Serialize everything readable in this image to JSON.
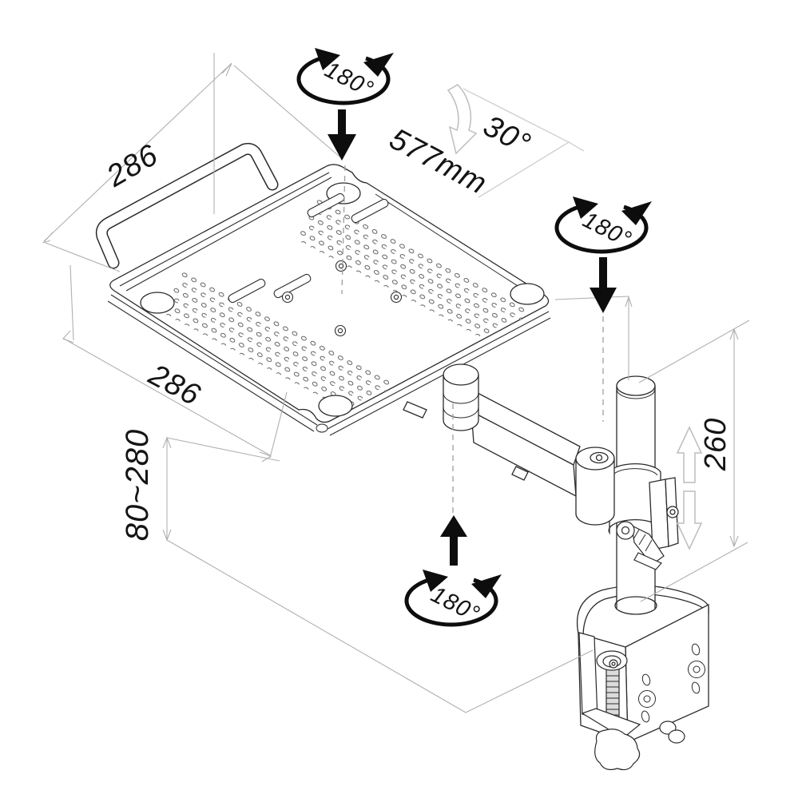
{
  "figure": {
    "type": "technical-dimension-drawing",
    "subject": "desk-clamp articulated laptop tray arm",
    "colors": {
      "ink": "#2b2b2b",
      "construction": "#b0b0b0",
      "light_gray": "#c9c9c9",
      "black_symbol": "#0d0d0d",
      "background": "#ffffff"
    },
    "annotations": {
      "tray_side_top": "286",
      "tray_length": "577mm",
      "tilt_range": "30°",
      "tray_rotation": "180°",
      "pole_rotation": "180°",
      "arm_rotation": "180°",
      "tray_side_front": "286",
      "height_range": "80~280",
      "pole_height": "260"
    }
  }
}
